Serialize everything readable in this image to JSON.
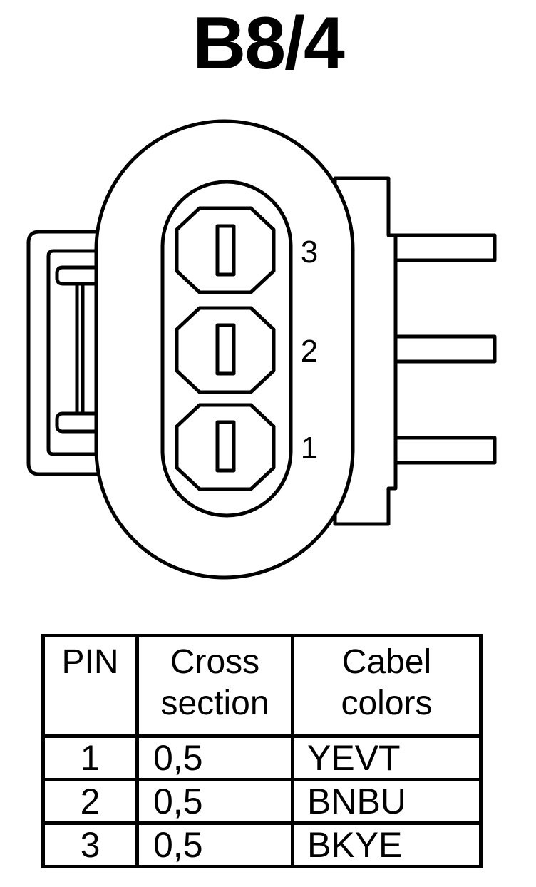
{
  "title": "B8/4",
  "connector": {
    "pin_labels": [
      "3",
      "2",
      "1"
    ],
    "stroke_color": "#000000",
    "fill_color": "#ffffff"
  },
  "table": {
    "headers": {
      "pin": "PIN",
      "cross_line1": "Cross",
      "cross_line2": "section",
      "colors_line1": "Cabel",
      "colors_line2": "colors"
    },
    "rows": [
      {
        "pin": "1",
        "cross_section": "0,5",
        "cable_color": "YEVT"
      },
      {
        "pin": "2",
        "cross_section": "0,5",
        "cable_color": "BNBU"
      },
      {
        "pin": "3",
        "cross_section": "0,5",
        "cable_color": "BKYE"
      }
    ]
  }
}
